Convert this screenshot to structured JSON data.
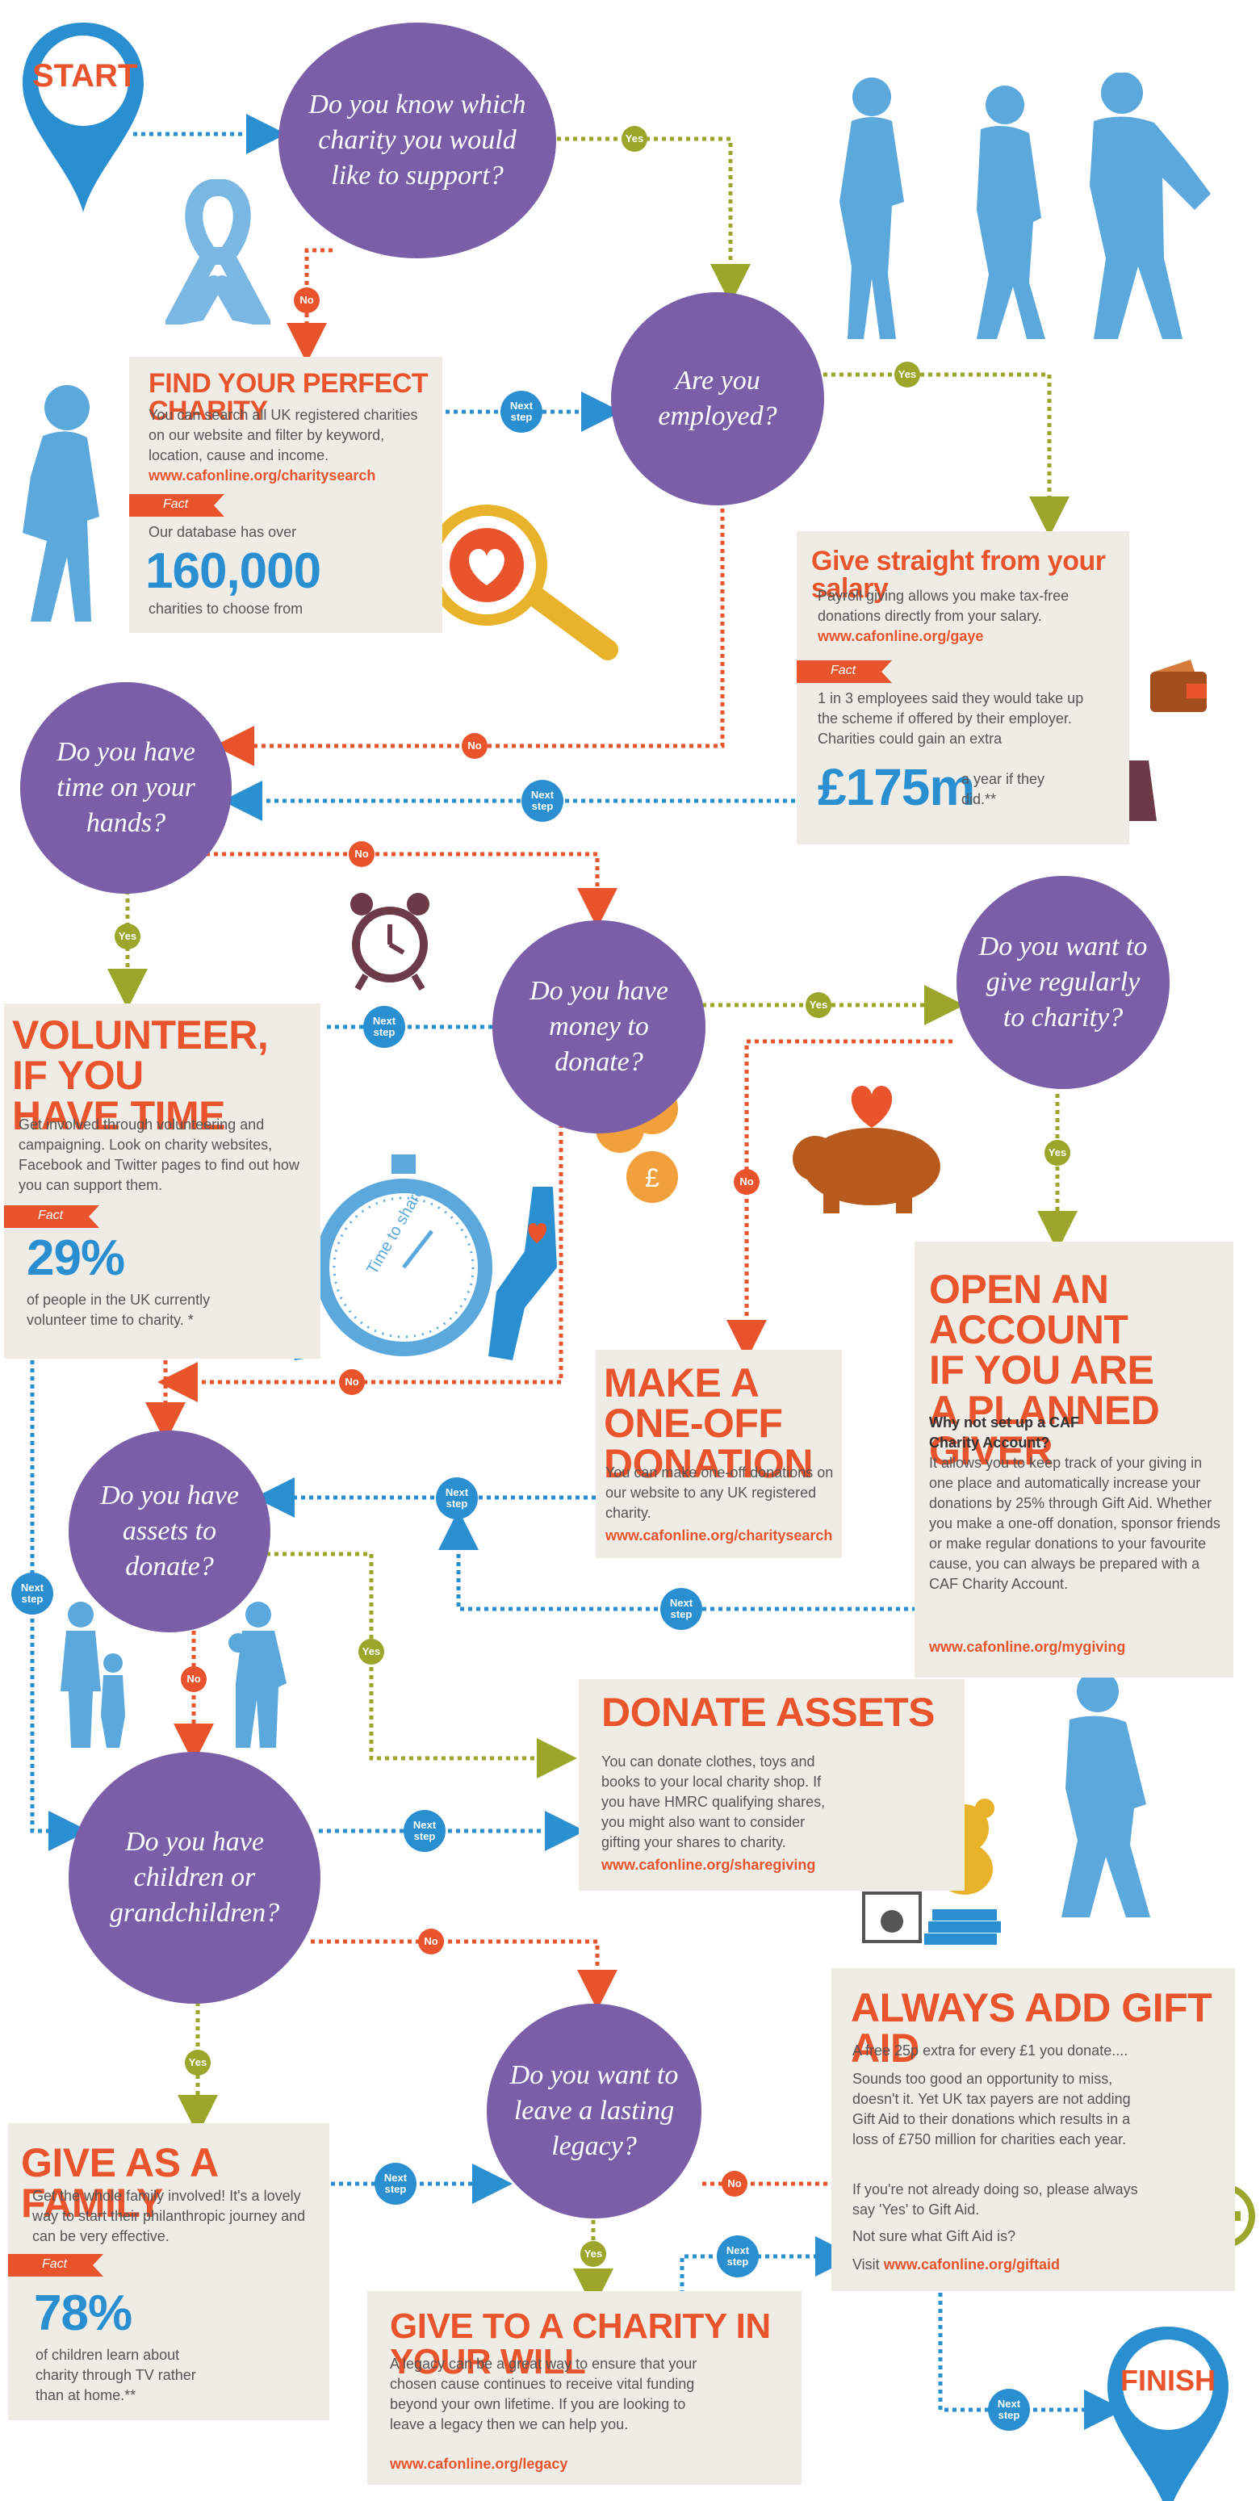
{
  "start_label": "START",
  "finish_label": "FINISH",
  "tags": {
    "yes": "Yes",
    "no": "No",
    "next": "Next step"
  },
  "fact_label": "Fact",
  "questions": {
    "q1": "Do you know which charity you would like to support?",
    "q2": "Are you employed?",
    "q3": "Do you have time on your hands?",
    "q4": "Do you have money to donate?",
    "q5": "Do you want to give regularly to charity?",
    "q6": "Do you have assets to donate?",
    "q7": "Do you have children or grandchildren?",
    "q8": "Do you want to leave a lasting legacy?"
  },
  "find_charity": {
    "title": "FIND YOUR PERFECT CHARITY",
    "body": "You can search all UK registered charities on our website and filter by keyword, location, cause and income.",
    "url": "www.cafonline.org/charitysearch",
    "fact_text": "Our database has over",
    "fact_number": "160,000",
    "fact_after": "charities to choose from"
  },
  "salary": {
    "title": "Give straight from your salary",
    "body": "Payroll giving allows you make tax-free donations directly from your salary.",
    "url": "www.cafonline.org/gaye",
    "fact_text": "1 in 3 employees said they would take up the scheme if offered by their employer. Charities could gain an extra",
    "fact_number": "£175m",
    "fact_after": "a year if they did.**"
  },
  "volunteer": {
    "title": "VOLUNTEER, IF YOU HAVE TIME",
    "body": "Get involved through volunteering and campaigning. Look on charity websites, Facebook and Twitter pages to find out how you can support them.",
    "fact_number": "29%",
    "fact_after": "of people in the UK currently volunteer time to charity. *",
    "stopwatch_text": "Time to share"
  },
  "one_off": {
    "title": "MAKE A ONE-OFF DONATION",
    "body": "You can make one-off donations on our website to any UK registered charity.",
    "url": "www.cafonline.org/charitysearch"
  },
  "account": {
    "title": "OPEN AN ACCOUNT IF YOU ARE A PLANNED GIVER",
    "lead": "Why not set up a CAF Charity Account?",
    "body": "It allows you to keep track of your giving in one place and automatically increase your donations by 25% through Gift Aid. Whether you make a one-off donation, sponsor friends or make regular donations to your favourite cause, you can always be prepared with a CAF Charity Account.",
    "url": "www.cafonline.org/mygiving"
  },
  "assets": {
    "title": "DONATE ASSETS",
    "body": "You can donate clothes, toys and books to your local charity shop. If you have HMRC qualifying shares, you might also want to consider gifting your shares to charity.",
    "url": "www.cafonline.org/sharegiving"
  },
  "gift_aid": {
    "title": "ALWAYS ADD GIFT AID",
    "p1": "A free 25p extra for every £1 you donate....",
    "p2": "Sounds too good an opportunity to miss, doesn't it. Yet UK tax payers are not adding Gift Aid to their donations which results in a loss of £750 million for charities each year.",
    "p3": "If you're not already doing so, please always say 'Yes' to Gift Aid.",
    "p4": "Not sure what Gift Aid is?",
    "visit": "Visit",
    "url": "www.cafonline.org/giftaid"
  },
  "family": {
    "title": "GIVE AS A FAMILY",
    "body": "Get the whole family involved! It's a lovely way to start their philanthropic journey and can be very effective.",
    "fact_number": "78%",
    "fact_after": "of children learn about charity through TV rather than at home.**"
  },
  "will": {
    "title": "GIVE TO A CHARITY IN YOUR WILL",
    "body": "A legacy can be a great way to ensure that your chosen cause continues to receive vital funding beyond your own lifetime. If you are looking to leave a legacy then we can help you.",
    "url": "www.cafonline.org/legacy"
  },
  "colors": {
    "purple": "#7a5ea8",
    "orange": "#e9542d",
    "blue": "#2a8fd0",
    "olive": "#9ba62b",
    "box": "#efece6"
  }
}
